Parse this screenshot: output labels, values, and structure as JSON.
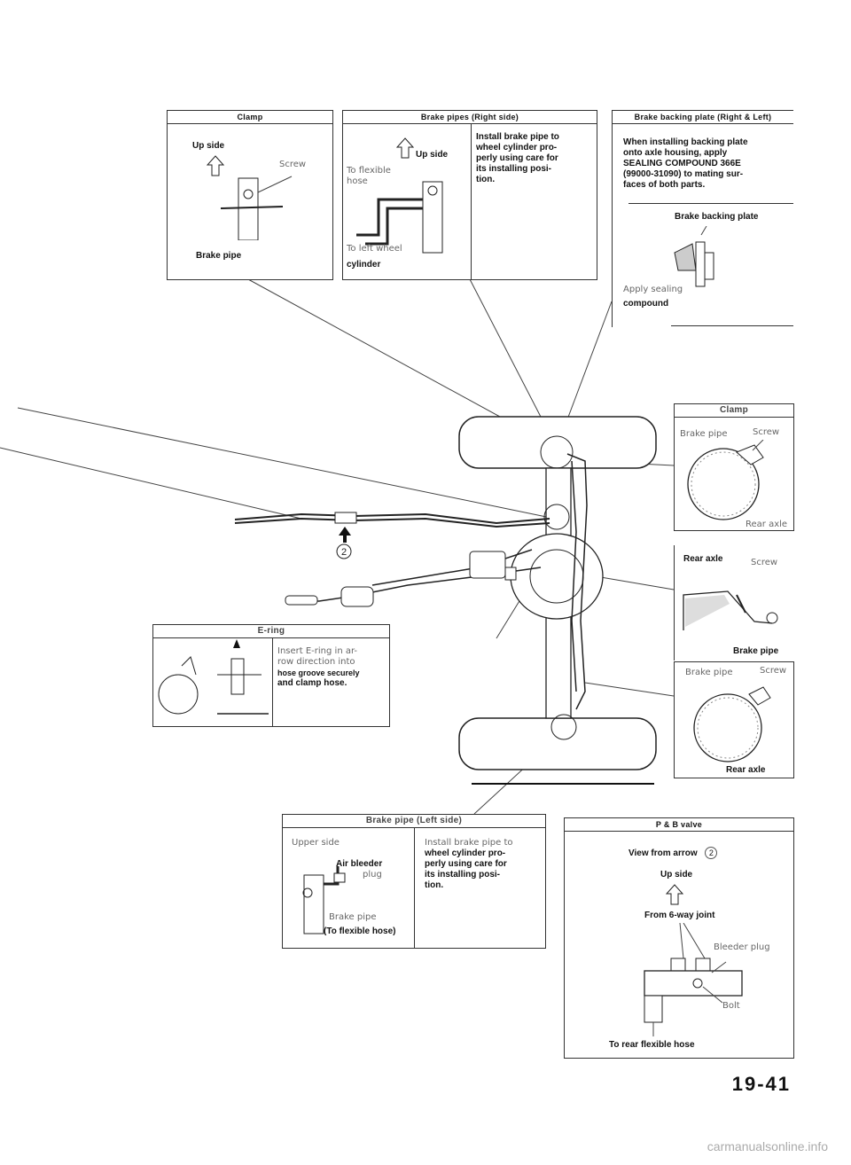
{
  "clamp_top": {
    "header": "Clamp",
    "up_side": "Up side",
    "screw": "Screw",
    "brake_pipe": "Brake pipe"
  },
  "brake_pipes_right": {
    "header": "Brake pipes (Right side)",
    "up_side": "Up side",
    "to_flexible_hose": "To flexible hose",
    "to_left_wheel": "To left wheel",
    "cylinder": "cylinder",
    "note": [
      "Install brake pipe to",
      "wheel cylinder pro-",
      "perly using care for",
      "its installing posi-",
      "tion."
    ]
  },
  "backing_plate": {
    "header": "Brake backing plate (Right & Left)",
    "note": [
      "When installing backing plate",
      "onto axle housing, apply",
      "SEALING COMPOUND 366E",
      "(99000-31090) to mating sur-",
      "faces of both parts."
    ],
    "brake_backing_plate": "Brake backing plate",
    "apply_sealing": "Apply sealing",
    "compound": "compound"
  },
  "clamp_right": {
    "header": "Clamp",
    "brake_pipe": "Brake pipe",
    "screw": "Screw",
    "rear_axle": "Rear axle"
  },
  "rear_axle_section": {
    "rear_axle": "Rear axle",
    "screw": "Screw",
    "brake_pipe": "Brake pipe"
  },
  "clamp_right_lower": {
    "brake_pipe": "Brake pipe",
    "screw": "Screw",
    "rear_axle": "Rear axle"
  },
  "e_ring": {
    "header": "E-ring",
    "note": [
      "Insert E-ring in ar-",
      "row direction into",
      "hose groove securely",
      "and clamp hose."
    ]
  },
  "brake_pipe_left": {
    "header": "Brake pipe (Left side)",
    "upper_side": "Upper side",
    "air_bleeder": "Air bleeder",
    "plug": "plug",
    "brake_pipe": "Brake pipe",
    "to_flexible_hose": "(To flexible hose)",
    "note": [
      "Install brake pipe to",
      "wheel cylinder pro-",
      "perly using care for",
      "its installing posi-",
      "tion."
    ]
  },
  "pb_valve": {
    "header": "P & B valve",
    "view_from_arrow": "View from arrow",
    "arrow_num": "2",
    "up_side": "Up side",
    "from_6way": "From 6-way joint",
    "bleeder_plug": "Bleeder plug",
    "bolt": "Bolt",
    "to_rear_hose": "To rear flexible hose"
  },
  "arrow_label": "2",
  "page_number": "19-41",
  "footer": "carmanualsonline.info"
}
